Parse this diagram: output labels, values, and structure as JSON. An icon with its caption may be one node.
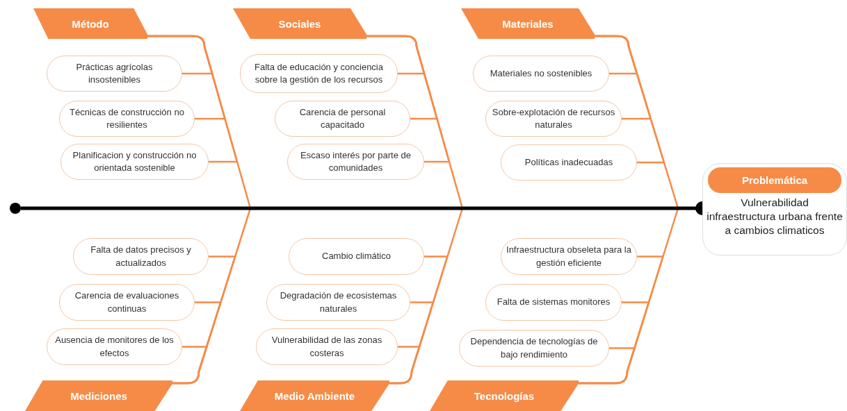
{
  "diagram": {
    "nodes": [
      {
        "text": [
          "Método"
        ]
      },
      {
        "text": [
          "Prácticas agrícolas insostenibles"
        ]
      },
      {
        "text": [
          "Técnicas de construcción no resilientes"
        ]
      },
      {
        "text": [
          "Planificacion y construcción no orientada sostenible"
        ]
      },
      {
        "text": [
          "Sociales"
        ]
      },
      {
        "text": [
          "Falta de educación y conciencia sobre la gestión de los recursos"
        ]
      },
      {
        "text": [
          "Carencia de personal capacitado"
        ]
      },
      {
        "text": [
          "Escaso interés por parte de comunidades"
        ]
      },
      {
        "text": [
          "Materiales"
        ]
      },
      {
        "text": [
          "Materiales no sostenibles"
        ]
      },
      {
        "text": [
          "Sobre-explotación de recursos naturales"
        ]
      },
      {
        "text": [
          "Políticas inadecuadas"
        ]
      },
      {
        "text": [
          "Mediciones"
        ]
      },
      {
        "text": [
          "Falta de datos precisos y actualizados"
        ]
      },
      {
        "text": [
          "Carencia de evaluaciones continuas"
        ]
      },
      {
        "text": [
          "Ausencia de monitores de los efectos"
        ]
      },
      {
        "text": [
          "Medio Ambiente"
        ]
      },
      {
        "text": [
          "Cambio climático"
        ]
      },
      {
        "text": [
          "Degradación de ecosistemas naturales"
        ]
      },
      {
        "text": [
          "Vulnerabilidad de las zonas costeras"
        ]
      },
      {
        "text": [
          "Tecnologías"
        ]
      },
      {
        "text": [
          "Infraestructura obseleta para la gestión eficiente"
        ]
      },
      {
        "text": [
          "Falta de sistemas monitores"
        ]
      },
      {
        "text": [
          "Dependencia de tecnologías de bajo rendimiento"
        ]
      },
      {
        "text": [],
        "shape": "circle"
      },
      {
        "text": [
          "Problemática",
          "Vulnerabilidad infraestructura urbana frente a cambios climaticos"
        ]
      }
    ],
    "edges": [
      {
        "from": 1,
        "to": 0,
        "arrow": "none"
      },
      {
        "from": 2,
        "to": 0,
        "arrow": "none"
      },
      {
        "from": 3,
        "to": 0,
        "arrow": "none"
      },
      {
        "from": 5,
        "to": 4,
        "arrow": "none"
      },
      {
        "from": 6,
        "to": 4,
        "arrow": "none"
      },
      {
        "from": 7,
        "to": 4,
        "arrow": "none"
      },
      {
        "from": 9,
        "to": 8,
        "arrow": "none"
      },
      {
        "from": 10,
        "to": 8,
        "arrow": "none"
      },
      {
        "from": 11,
        "to": 8,
        "arrow": "none"
      },
      {
        "from": 13,
        "to": 12,
        "arrow": "none"
      },
      {
        "from": 14,
        "to": 12,
        "arrow": "none"
      },
      {
        "from": 15,
        "to": 12,
        "arrow": "none"
      },
      {
        "from": 17,
        "to": 16,
        "arrow": "none"
      },
      {
        "from": 18,
        "to": 16,
        "arrow": "none"
      },
      {
        "from": 19,
        "to": 16,
        "arrow": "none"
      },
      {
        "from": 21,
        "to": 20,
        "arrow": "none"
      },
      {
        "from": 22,
        "to": 20,
        "arrow": "none"
      },
      {
        "from": 23,
        "to": 20,
        "arrow": "none"
      },
      {
        "from": 0,
        "to": 25,
        "arrow": "none"
      },
      {
        "from": 4,
        "to": 25,
        "arrow": "none"
      },
      {
        "from": 8,
        "to": 25,
        "arrow": "none"
      },
      {
        "from": 12,
        "to": 25,
        "arrow": "none"
      },
      {
        "from": 16,
        "to": 25,
        "arrow": "none"
      },
      {
        "from": 20,
        "to": 25,
        "arrow": "none"
      },
      {
        "from": 24,
        "to": 25,
        "arrow": "other",
        "color": "#000000",
        "style": "thick"
      }
    ]
  }
}
